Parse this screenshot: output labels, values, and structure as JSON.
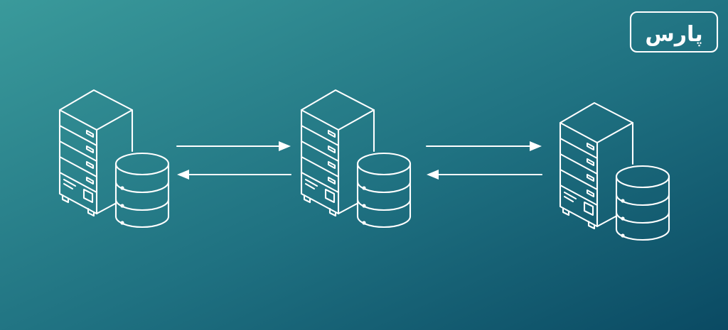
{
  "background": {
    "gradient_from": "#3a9a9b",
    "gradient_mid": "#1f7181",
    "gradient_to": "#0a4a63"
  },
  "line_color": "#ffffff",
  "logo": {
    "text": "پارس"
  },
  "diagram": {
    "nodes": [
      {
        "name": "server-node-1",
        "icon": "server-database-icon"
      },
      {
        "name": "server-node-2",
        "icon": "server-database-icon"
      },
      {
        "name": "server-node-3",
        "icon": "server-database-icon"
      }
    ],
    "links": [
      {
        "from": "server-node-1",
        "to": "server-node-2",
        "bidirectional": true
      },
      {
        "from": "server-node-2",
        "to": "server-node-3",
        "bidirectional": true
      }
    ]
  }
}
